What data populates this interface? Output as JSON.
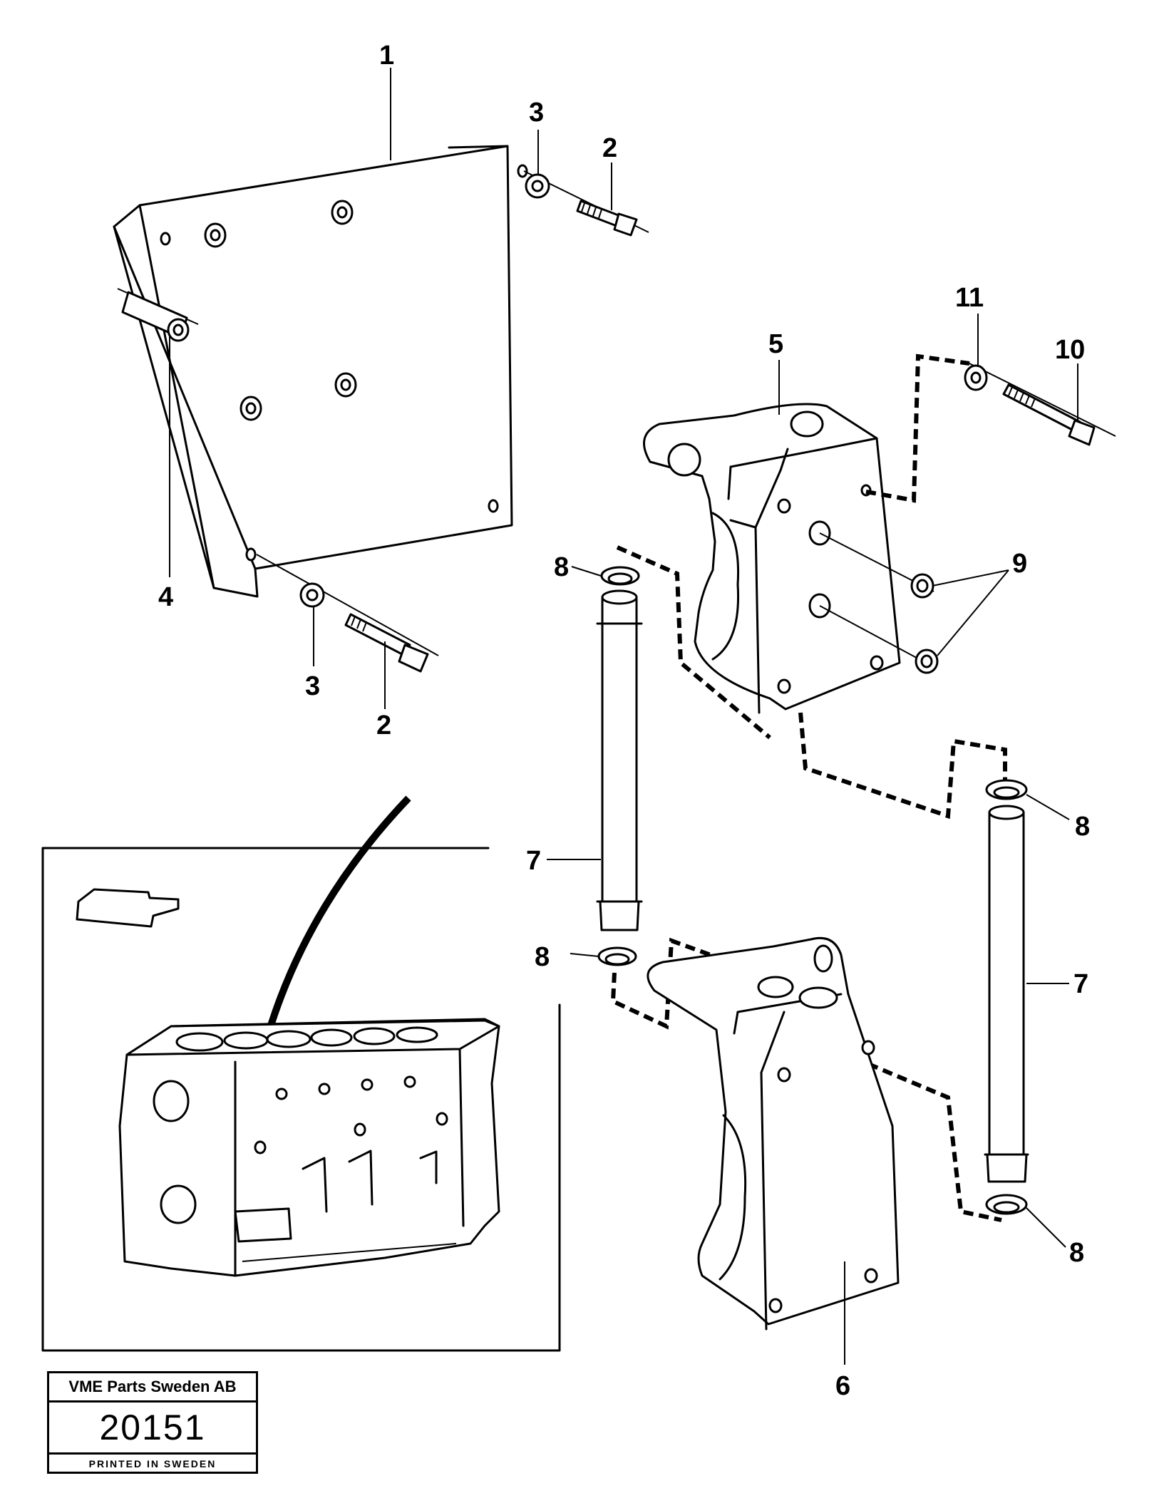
{
  "callouts": {
    "c1": "1",
    "c2a": "2",
    "c2b": "2",
    "c3a": "3",
    "c3b": "3",
    "c4": "4",
    "c5": "5",
    "c6": "6",
    "c7a": "7",
    "c7b": "7",
    "c8a": "8",
    "c8b": "8",
    "c8c": "8",
    "c8d": "8",
    "c9": "9",
    "c10": "10",
    "c11": "11"
  },
  "stamp": {
    "company": "VME Parts Sweden AB",
    "number": "20151",
    "printed": "PRINTED IN SWEDEN"
  }
}
